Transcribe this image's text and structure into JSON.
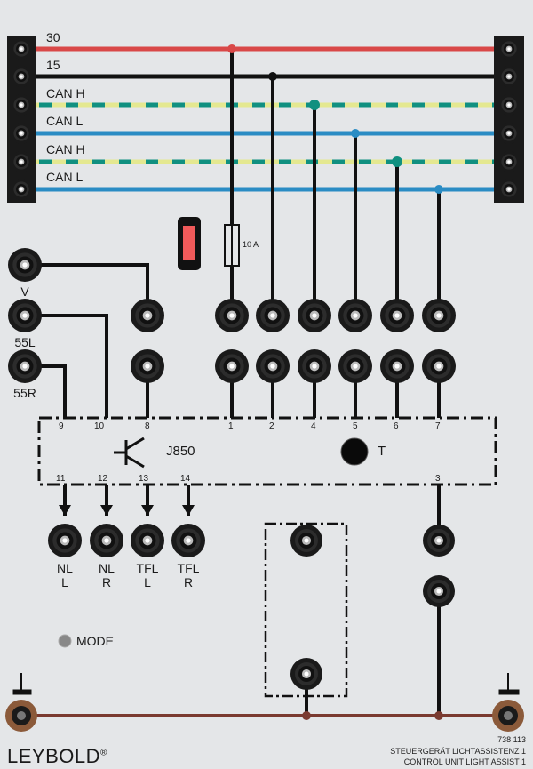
{
  "bus_lines": [
    {
      "label": "30",
      "color": "#d94848",
      "style": "solid"
    },
    {
      "label": "15",
      "color": "#111111",
      "style": "solid"
    },
    {
      "label": "CAN H",
      "color": "#109080",
      "alt_color": "#e4e890",
      "style": "dashed"
    },
    {
      "label": "CAN L",
      "color": "#2a8cc4",
      "style": "solid"
    },
    {
      "label": "CAN H",
      "color": "#109080",
      "alt_color": "#e4e890",
      "style": "dashed"
    },
    {
      "label": "CAN L",
      "color": "#2a8cc4",
      "style": "solid"
    }
  ],
  "fuse": {
    "label": "10 A"
  },
  "inputs": [
    {
      "label": "V",
      "pin": "8"
    },
    {
      "label": "55L",
      "pin": "10"
    },
    {
      "label": "55R",
      "pin": "9"
    }
  ],
  "bus_taps": [
    {
      "pin": "1",
      "bus": "30"
    },
    {
      "pin": "2",
      "bus": "15"
    },
    {
      "pin": "4",
      "bus": "CAN H"
    },
    {
      "pin": "5",
      "bus": "CAN L"
    },
    {
      "pin": "6",
      "bus": "CAN H"
    },
    {
      "pin": "7",
      "bus": "CAN L"
    }
  ],
  "control_unit": {
    "name": "J850",
    "button_label": "T",
    "top_pins": [
      "9",
      "10",
      "8",
      "1",
      "2",
      "4",
      "5",
      "6",
      "7"
    ],
    "bottom_pins": [
      "11",
      "12",
      "13",
      "14",
      "3"
    ]
  },
  "outputs": [
    {
      "line1": "NL",
      "line2": "L",
      "pin": "11"
    },
    {
      "line1": "NL",
      "line2": "R",
      "pin": "12"
    },
    {
      "line1": "TFL",
      "line2": "L",
      "pin": "13"
    },
    {
      "line1": "TFL",
      "line2": "R",
      "pin": "14"
    }
  ],
  "mode_led": {
    "label": "MODE"
  },
  "ground_symbol": "⊥",
  "brand": {
    "name": "LEYBOLD",
    "mark": "®"
  },
  "footer": {
    "part_number": "738 113",
    "title_de": "STEUERGERÄT LICHTASSISTENZ 1",
    "title_en": "CONTROL UNIT LIGHT ASSIST 1"
  },
  "colors": {
    "panel": "#e4e6e8",
    "wire": "#111111",
    "ground": "#7a3a30",
    "led_red": "#f05a5a",
    "jack_brown": "#8b5a3a"
  }
}
